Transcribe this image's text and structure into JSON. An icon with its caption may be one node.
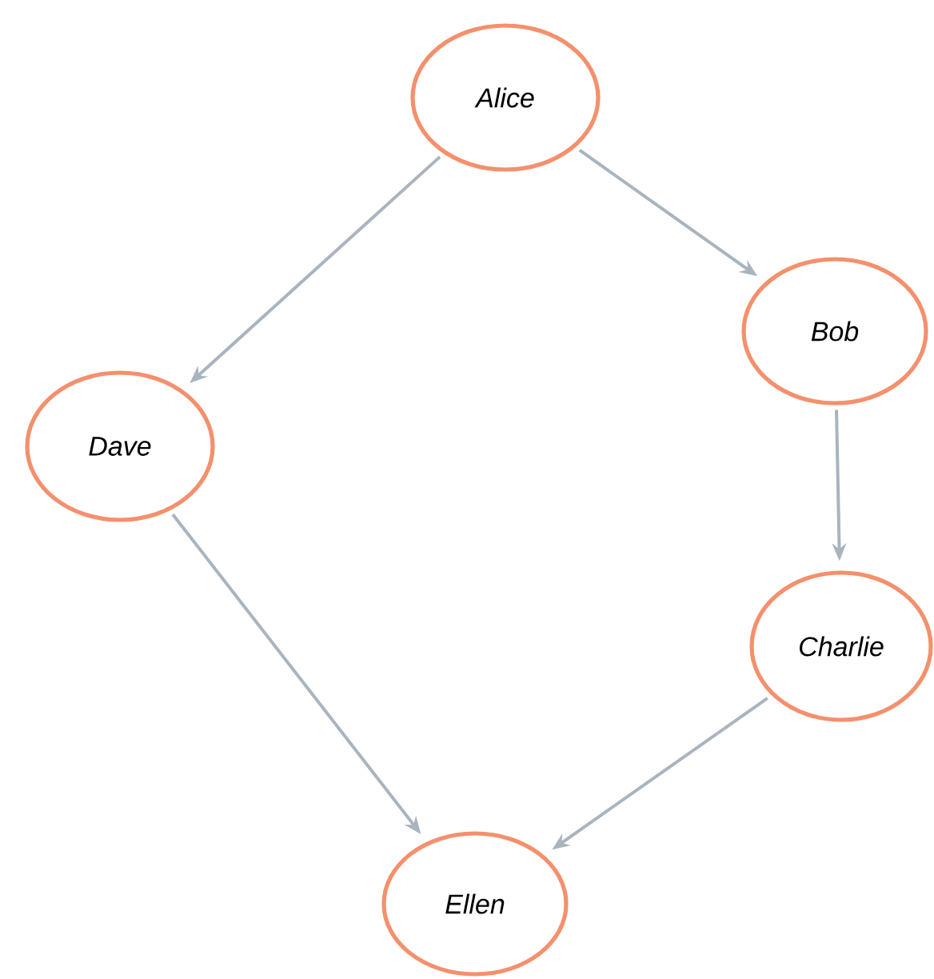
{
  "diagram": {
    "nodes": [
      {
        "text": [
          "Alice"
        ]
      },
      {
        "text": [
          "Bob"
        ]
      },
      {
        "text": [
          "Dave"
        ]
      },
      {
        "text": [
          "Charlie"
        ]
      },
      {
        "text": [
          "Ellen"
        ]
      }
    ],
    "edges": [
      {
        "from": 0,
        "to": 1,
        "arrow": "to"
      },
      {
        "from": 0,
        "to": 2,
        "arrow": "to"
      },
      {
        "from": 1,
        "to": 3,
        "arrow": "to"
      },
      {
        "from": 2,
        "to": 4,
        "arrow": "to"
      },
      {
        "from": 3,
        "to": 4,
        "arrow": "to"
      }
    ]
  }
}
